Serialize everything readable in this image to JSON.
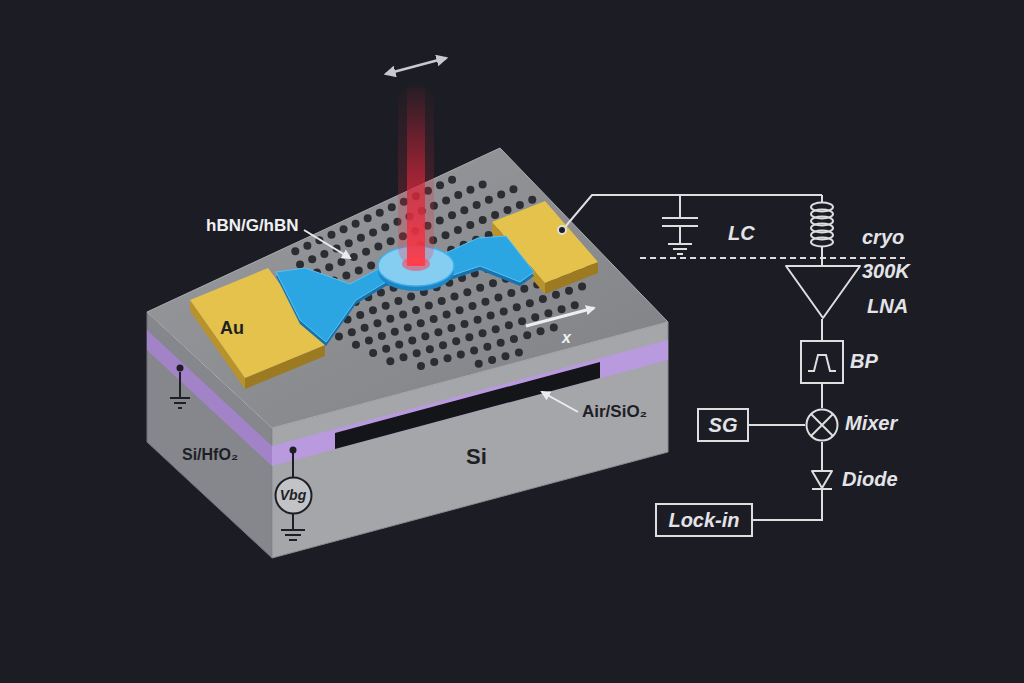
{
  "diagram": {
    "nodes": [
      {
        "text": [
          "Vbg"
        ]
      },
      {
        "text": [
          "LNA"
        ]
      },
      {
        "text": [
          "BP"
        ]
      },
      {
        "text": [
          "SG"
        ]
      },
      {
        "text": [
          "Mixer"
        ]
      },
      {
        "text": [
          "Diode"
        ]
      },
      {
        "text": [
          "Lock-in"
        ]
      }
    ],
    "edges": [
      {
        "from": 1,
        "to": 2,
        "arrow": "none"
      },
      {
        "from": 2,
        "to": 4,
        "arrow": "none"
      },
      {
        "from": 3,
        "to": 4,
        "arrow": "none"
      },
      {
        "from": 4,
        "to": 5,
        "arrow": "none"
      },
      {
        "from": 5,
        "to": 6,
        "arrow": "none"
      }
    ],
    "labels": [
      "hBN/G/hBN",
      "Au",
      "x",
      "Si/HfO₂",
      "Air/SiO₂",
      "Si",
      "LC",
      "cryo",
      "300K"
    ]
  }
}
